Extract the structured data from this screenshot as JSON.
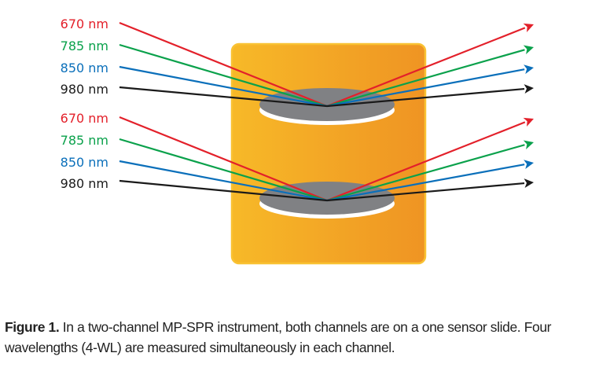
{
  "figure": {
    "colors": {
      "red": "#e3202a",
      "green": "#0aa14b",
      "blue": "#0a6fba",
      "black": "#1a1a1a",
      "box_light": "#f7b928",
      "box_dark": "#ef9423",
      "box_border": "#f9c233",
      "disk": "#808184",
      "disk_edge": "#ffffff"
    },
    "channels": [
      {
        "name": "channel-1",
        "wavelengths": [
          {
            "label": "670 nm",
            "color": "red"
          },
          {
            "label": "785 nm",
            "color": "green"
          },
          {
            "label": "850 nm",
            "color": "blue"
          },
          {
            "label": "980 nm",
            "color": "black"
          }
        ]
      },
      {
        "name": "channel-2",
        "wavelengths": [
          {
            "label": "670 nm",
            "color": "red"
          },
          {
            "label": "785 nm",
            "color": "green"
          },
          {
            "label": "850 nm",
            "color": "blue"
          },
          {
            "label": "980 nm",
            "color": "black"
          }
        ]
      }
    ]
  },
  "caption": {
    "label": "Figure 1.",
    "text": " In a two-channel MP-SPR instrument, both channels are on a one sensor slide. Four wavelengths (4-WL) are measured simultaneously in each channel."
  }
}
